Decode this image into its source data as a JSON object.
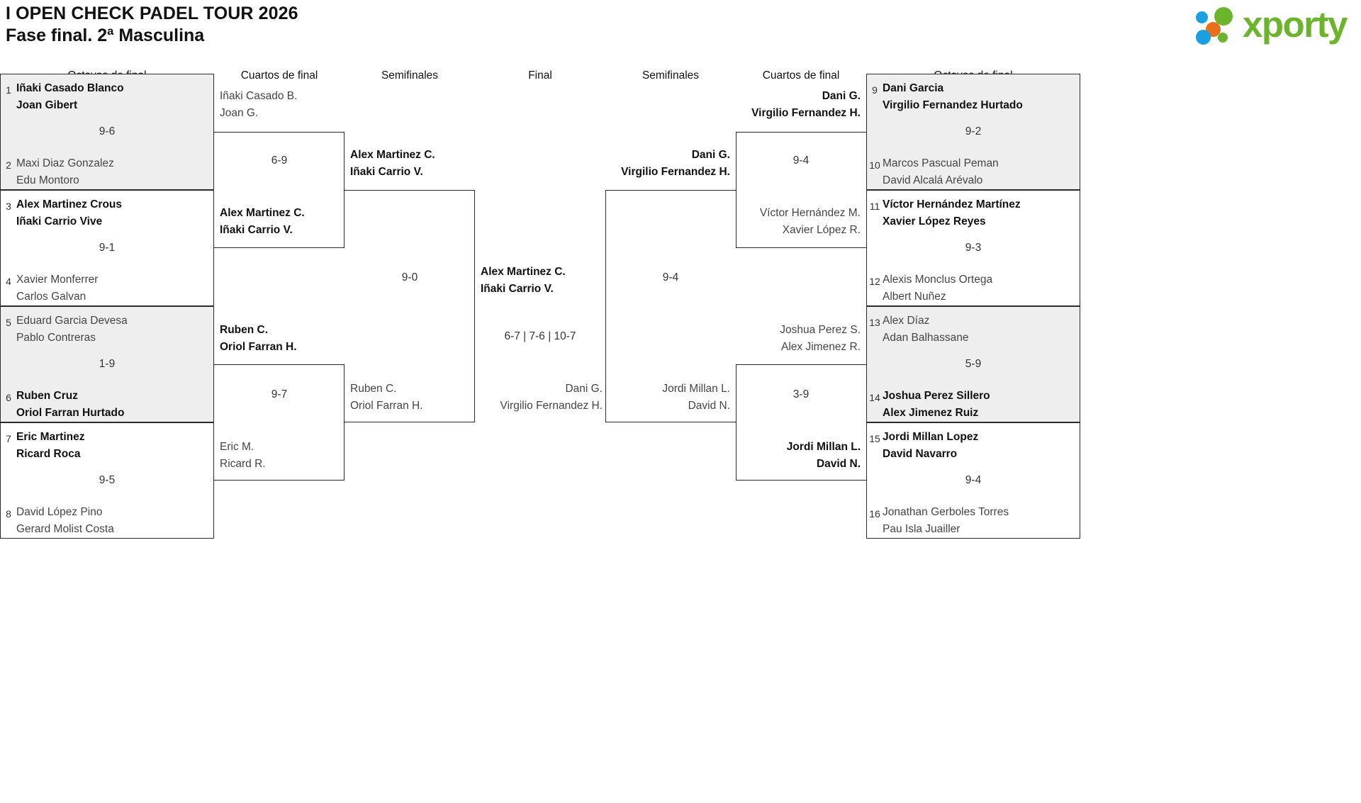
{
  "header": {
    "title_line1": "I OPEN CHECK PADEL TOUR 2026",
    "title_line2": "Fase final. 2ª Masculina",
    "logo_word": "xporty",
    "logo_colors": {
      "green": "#6cb42c",
      "blue": "#1a9fe0",
      "orange": "#e8701a"
    }
  },
  "round_headers": {
    "left_r16": "Octavos de final",
    "left_qf": "Cuartos de final",
    "left_sf": "Semifinales",
    "final": "Final",
    "right_sf": "Semifinales",
    "right_qf": "Cuartos de final",
    "right_r16": "Octavos de final"
  },
  "left": {
    "r16": [
      {
        "score": "9-6",
        "top": {
          "seed": "1",
          "p1": "Iñaki Casado Blanco",
          "p2": "Joan Gibert",
          "result": "winner"
        },
        "bottom": {
          "seed": "2",
          "p1": "Maxi Diaz Gonzalez",
          "p2": "Edu Montoro",
          "result": "loser"
        }
      },
      {
        "score": "9-1",
        "top": {
          "seed": "3",
          "p1": "Alex Martinez Crous",
          "p2": "Iñaki Carrio Vive",
          "result": "winner"
        },
        "bottom": {
          "seed": "4",
          "p1": "Xavier Monferrer",
          "p2": "Carlos Galvan",
          "result": "loser"
        }
      },
      {
        "score": "1-9",
        "top": {
          "seed": "5",
          "p1": "Eduard Garcia Devesa",
          "p2": "Pablo Contreras",
          "result": "loser"
        },
        "bottom": {
          "seed": "6",
          "p1": "Ruben Cruz",
          "p2": "Oriol Farran Hurtado",
          "result": "winner"
        }
      },
      {
        "score": "9-5",
        "top": {
          "seed": "7",
          "p1": "Eric Martinez",
          "p2": "Ricard Roca",
          "result": "winner"
        },
        "bottom": {
          "seed": "8",
          "p1": "David López Pino",
          "p2": "Gerard Molist Costa",
          "result": "loser"
        }
      }
    ],
    "qf": [
      {
        "score": "6-9",
        "top": {
          "p1": "Iñaki Casado B.",
          "p2": "Joan G.",
          "result": "loser"
        },
        "bottom": {
          "p1": "Alex Martinez C.",
          "p2": "Iñaki Carrio V.",
          "result": "winner"
        }
      },
      {
        "score": "9-7",
        "top": {
          "p1": "Ruben C.",
          "p2": "Oriol Farran H.",
          "result": "winner"
        },
        "bottom": {
          "p1": "Eric M.",
          "p2": "Ricard R.",
          "result": "loser"
        }
      }
    ],
    "sf": [
      {
        "score": "9-0",
        "top": {
          "p1": "Alex Martinez C.",
          "p2": "Iñaki Carrio V.",
          "result": "winner"
        },
        "bottom": {
          "p1": "Ruben C.",
          "p2": "Oriol Farran H.",
          "result": "loser"
        }
      }
    ]
  },
  "final": {
    "score": "6-7 | 7-6 | 10-7",
    "top": {
      "p1": "Alex Martinez C.",
      "p2": "Iñaki Carrio V.",
      "result": "winner"
    },
    "bottom": {
      "p1": "Dani G.",
      "p2": "Virgilio Fernandez H.",
      "result": "loser"
    }
  },
  "right": {
    "sf": [
      {
        "score": "9-4",
        "top": {
          "p1": "Dani G.",
          "p2": "Virgilio Fernandez H.",
          "result": "winner"
        },
        "bottom": {
          "p1": "Jordi Millan L.",
          "p2": "David N.",
          "result": "loser"
        }
      }
    ],
    "qf": [
      {
        "score": "9-4",
        "top": {
          "p1": "Dani G.",
          "p2": "Virgilio Fernandez H.",
          "result": "winner"
        },
        "bottom": {
          "p1": "Víctor Hernández M.",
          "p2": "Xavier López R.",
          "result": "loser"
        }
      },
      {
        "score": "3-9",
        "top": {
          "p1": "Joshua Perez S.",
          "p2": "Alex Jimenez R.",
          "result": "loser"
        },
        "bottom": {
          "p1": "Jordi Millan L.",
          "p2": "David N.",
          "result": "winner"
        }
      }
    ],
    "r16": [
      {
        "score": "9-2",
        "top": {
          "seed": "9",
          "p1": "Dani Garcia",
          "p2": "Virgilio Fernandez Hurtado",
          "result": "winner"
        },
        "bottom": {
          "seed": "10",
          "p1": "Marcos Pascual Peman",
          "p2": "David Alcalá Arévalo",
          "result": "loser"
        }
      },
      {
        "score": "9-3",
        "top": {
          "seed": "11",
          "p1": "Víctor Hernández Martínez",
          "p2": "Xavier López Reyes",
          "result": "winner"
        },
        "bottom": {
          "seed": "12",
          "p1": "Alexis Monclus Ortega",
          "p2": "Albert Nuñez",
          "result": "loser"
        }
      },
      {
        "score": "5-9",
        "top": {
          "seed": "13",
          "p1": "Alex Díaz",
          "p2": "Adan Balhassane",
          "result": "loser"
        },
        "bottom": {
          "seed": "14",
          "p1": "Joshua Perez Sillero",
          "p2": "Alex Jimenez Ruiz",
          "result": "winner"
        }
      },
      {
        "score": "9-4",
        "top": {
          "seed": "15",
          "p1": "Jordi Millan Lopez",
          "p2": "David Navarro",
          "result": "winner"
        },
        "bottom": {
          "seed": "16",
          "p1": "Jonathan Gerboles Torres",
          "p2": "Pau Isla Juailler",
          "result": "loser"
        }
      }
    ]
  }
}
